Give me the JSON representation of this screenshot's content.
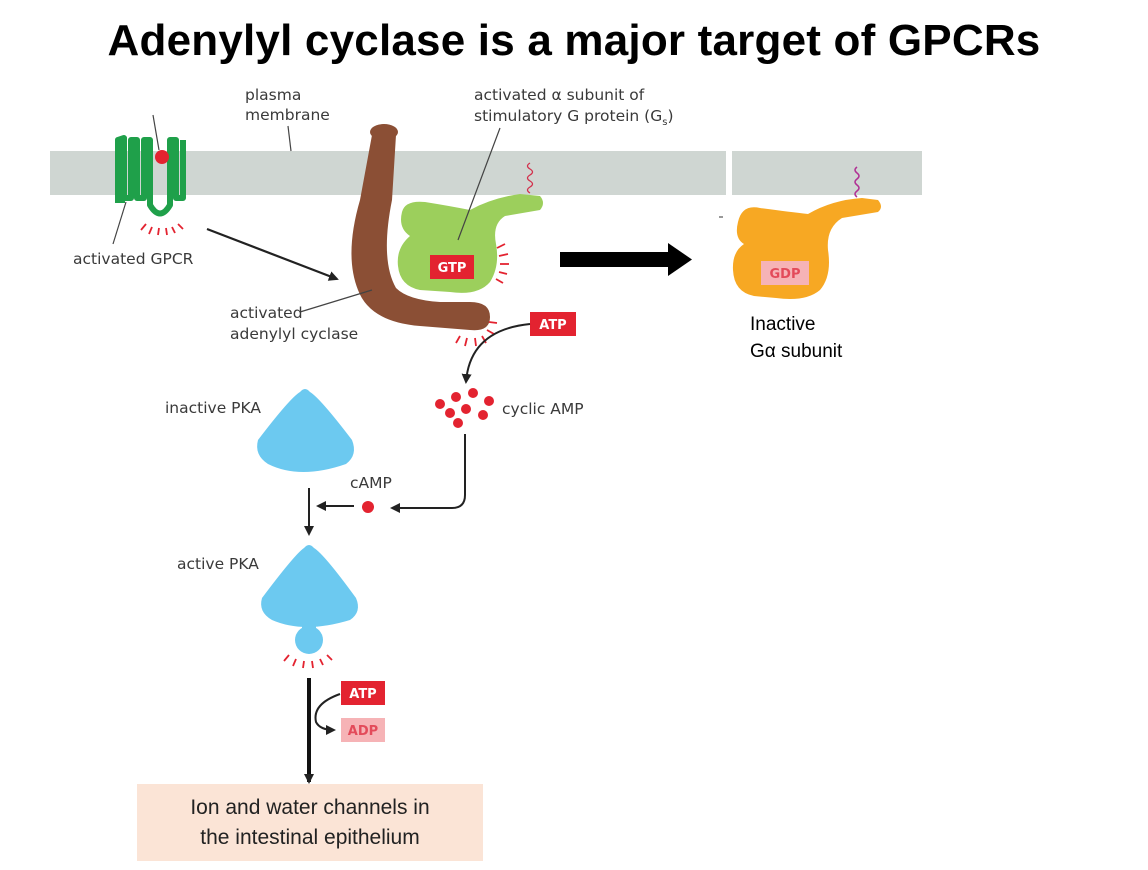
{
  "title": "Adenylyl cyclase is a major target of GPCRs",
  "labels": {
    "plasma_membrane_1": "plasma",
    "plasma_membrane_2": "membrane",
    "galpha_1": "activated α subunit of",
    "galpha_2": "stimulatory G protein (G",
    "galpha_sub": "s",
    "galpha_end": ")",
    "gpcr": "activated GPCR",
    "cyclase_1": "activated",
    "cyclase_2": "adenylyl cyclase",
    "cyclic_amp": "cyclic AMP",
    "inactive_pka": "inactive PKA",
    "camp": "cAMP",
    "active_pka": "active PKA",
    "inactive_galpha_1": "Inactive",
    "inactive_galpha_2": "Gα subunit"
  },
  "tags": {
    "gtp": "GTP",
    "atp_top": "ATP",
    "gdp": "GDP",
    "atp_bottom": "ATP",
    "adp": "ADP"
  },
  "outcome": {
    "line1": "Ion and water channels in",
    "line2": "the intestinal epithelium"
  },
  "colors": {
    "membrane": "#cfd6d2",
    "gpcr": "#1fa04a",
    "cyclase": "#8b4f35",
    "galpha_active": "#9ccf5c",
    "galpha_inactive": "#f7a823",
    "pka": "#6cc9f0",
    "tag_red": "#e32330",
    "tag_pale": "#f6b3b6",
    "outcome_bg": "#fbe4d6"
  }
}
